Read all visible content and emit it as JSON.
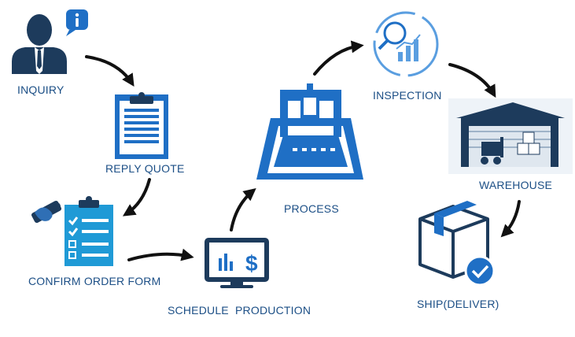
{
  "steps": {
    "inquiry": "INQUIRY",
    "reply_quote": "REPLY QUOTE",
    "confirm_order_form": "CONFIRM ORDER FORM",
    "schedule_production": "SCHEDULE  PRODUCTION",
    "process": "PROCESS",
    "inspection": "INSPECTION",
    "warehouse": "WAREHOUSE",
    "ship_deliver": "SHIP(DELIVER)"
  },
  "icons": {
    "inquiry": "person-info-icon",
    "reply_quote": "clipboard-icon",
    "confirm_order_form": "checklist-handshake-icon",
    "schedule_production": "monitor-chart-dollar-icon",
    "process": "cnc-machine-icon",
    "inspection": "magnifier-bar-chart-icon",
    "warehouse": "warehouse-forklift-icon",
    "ship_deliver": "box-check-icon"
  },
  "colors": {
    "label": "#1c4f86",
    "icon_blue": "#1f6fc5",
    "icon_dark": "#1d3b5c",
    "arrow": "#111111"
  }
}
